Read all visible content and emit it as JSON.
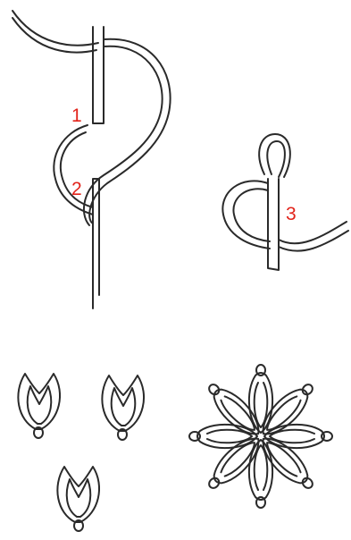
{
  "labels": {
    "step1": "1",
    "step2": "2",
    "step3": "3"
  },
  "colors": {
    "label": "#e2231a",
    "line": "#2a2a2a",
    "background": "#ffffff"
  }
}
